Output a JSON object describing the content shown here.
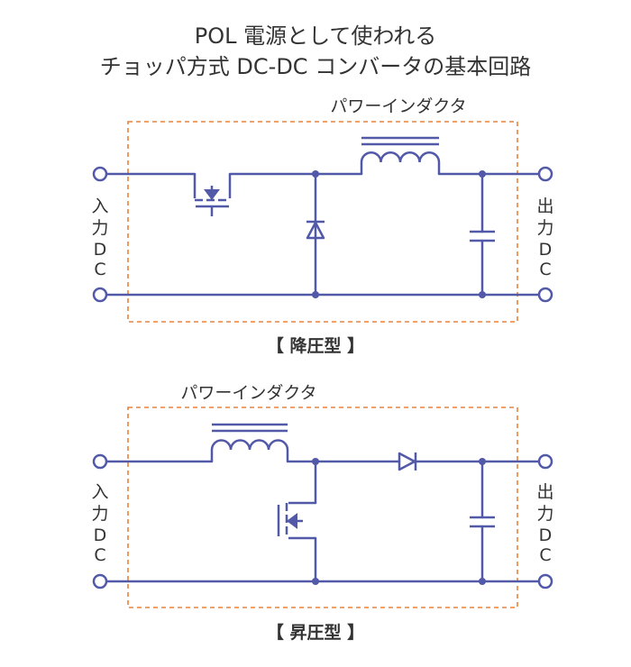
{
  "title": {
    "line1": "POL 電源として使われる",
    "line2": "チョッパ方式 DC-DC コンバータの基本回路"
  },
  "buck": {
    "inductor_label": "パワーインダクタ",
    "caption": "【 降圧型 】",
    "input_label": [
      "入",
      "力",
      "D",
      "C"
    ],
    "output_label": [
      "出",
      "力",
      "D",
      "C"
    ]
  },
  "boost": {
    "inductor_label": "パワーインダクタ",
    "caption": "【 昇圧型 】",
    "input_label": [
      "入",
      "力",
      "D",
      "C"
    ],
    "output_label": [
      "出",
      "力",
      "D",
      "C"
    ]
  },
  "colors": {
    "wire": "#5159a8",
    "box": "#e8823a",
    "text": "#333333"
  }
}
